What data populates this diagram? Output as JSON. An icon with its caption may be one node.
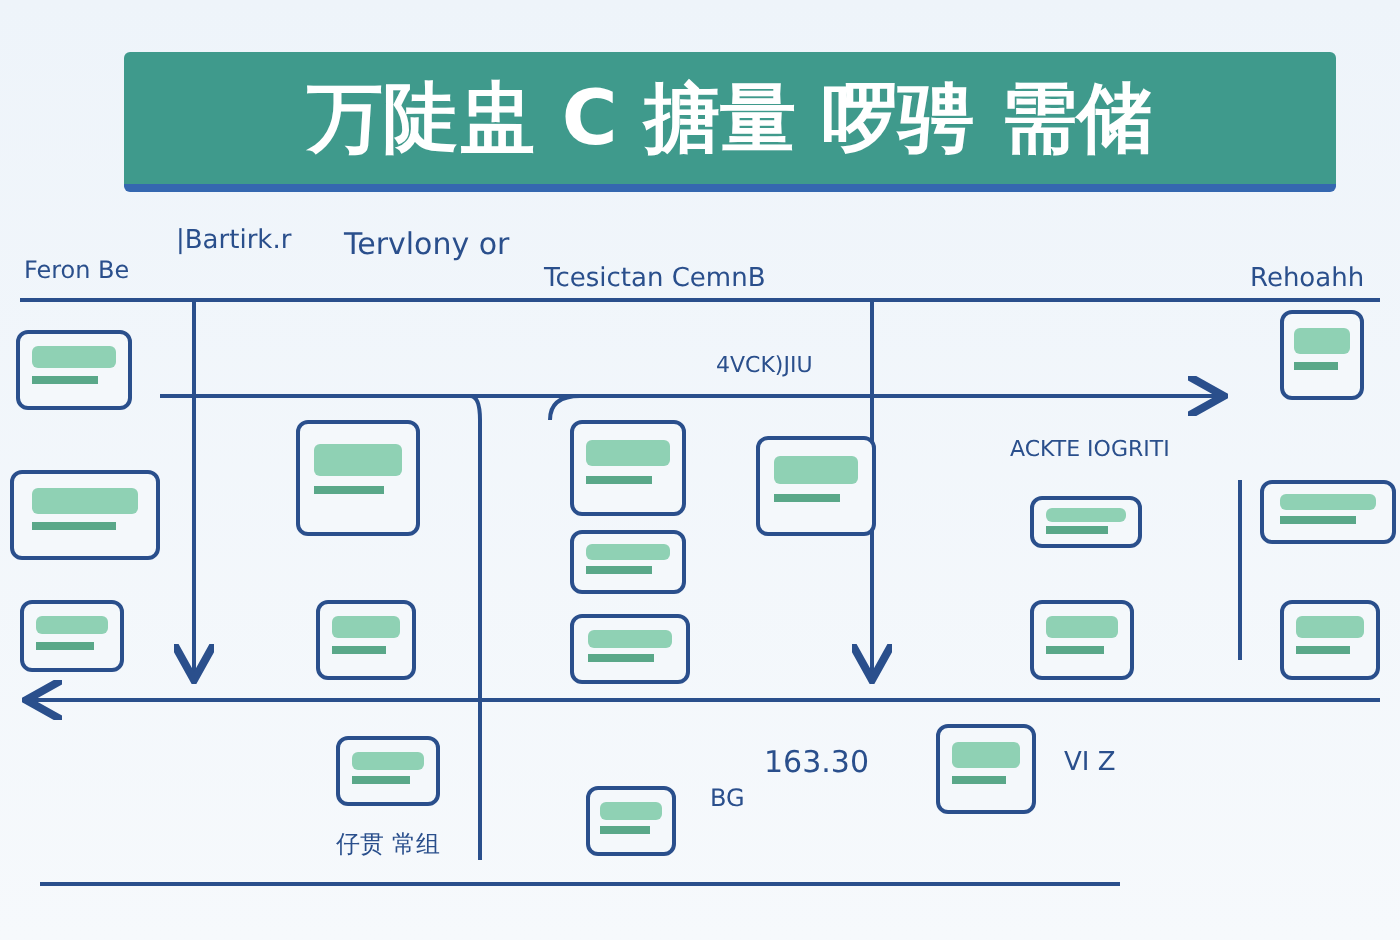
{
  "diagram": {
    "title": "万陡盅 C 搪量 啰骋 需储",
    "nodes": [
      {
        "text": [],
        "shape": "picture"
      },
      {
        "text": [],
        "shape": "picture"
      },
      {
        "text": [],
        "shape": "picture"
      },
      {
        "text": [],
        "shape": "picture"
      },
      {
        "text": [],
        "shape": "picture"
      },
      {
        "text": [],
        "shape": "picture"
      },
      {
        "text": [],
        "shape": "picture"
      },
      {
        "text": [],
        "shape": "picture"
      },
      {
        "text": [],
        "shape": "picture"
      },
      {
        "text": [],
        "shape": "picture"
      },
      {
        "text": [],
        "shape": "picture"
      },
      {
        "text": [],
        "shape": "picture"
      },
      {
        "text": [],
        "shape": "picture"
      },
      {
        "text": [],
        "shape": "picture"
      },
      {
        "text": [],
        "shape": "picture"
      },
      {
        "text": [],
        "shape": "picture"
      },
      {
        "text": [],
        "shape": "picture"
      }
    ],
    "labels": [
      "Feron Be",
      "|Bartirk.r",
      "Tervlony or",
      "Tcesictan CemnB",
      "Rehoahh",
      "4VCK)JIU",
      "ACKTE IOGRITI",
      "163.30",
      "BG",
      "VI Z",
      "仔贯 常组"
    ]
  }
}
